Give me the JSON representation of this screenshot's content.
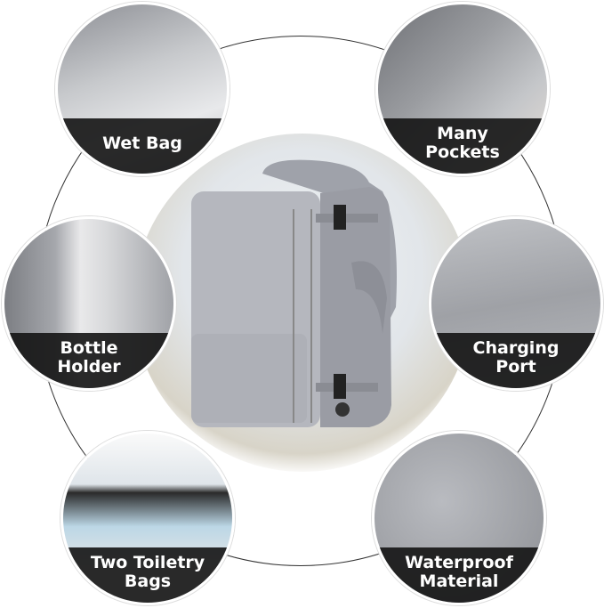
{
  "features": [
    {
      "id": "wet-bag",
      "label_lines": [
        "Wet Bag"
      ]
    },
    {
      "id": "many-pockets",
      "label_lines": [
        "Many",
        "Pockets"
      ]
    },
    {
      "id": "bottle-holder",
      "label_lines": [
        "Bottle",
        "Holder"
      ]
    },
    {
      "id": "charging-port",
      "label_lines": [
        "Charging",
        "Port"
      ]
    },
    {
      "id": "toiletry-bags",
      "label_lines": [
        "Two Toiletry",
        "Bags"
      ]
    },
    {
      "id": "waterproof",
      "label_lines": [
        "Waterproof",
        "Material"
      ]
    }
  ],
  "colors": {
    "backpack": "#a9abb3",
    "label_bg": "#141414",
    "ring": "#333333"
  }
}
